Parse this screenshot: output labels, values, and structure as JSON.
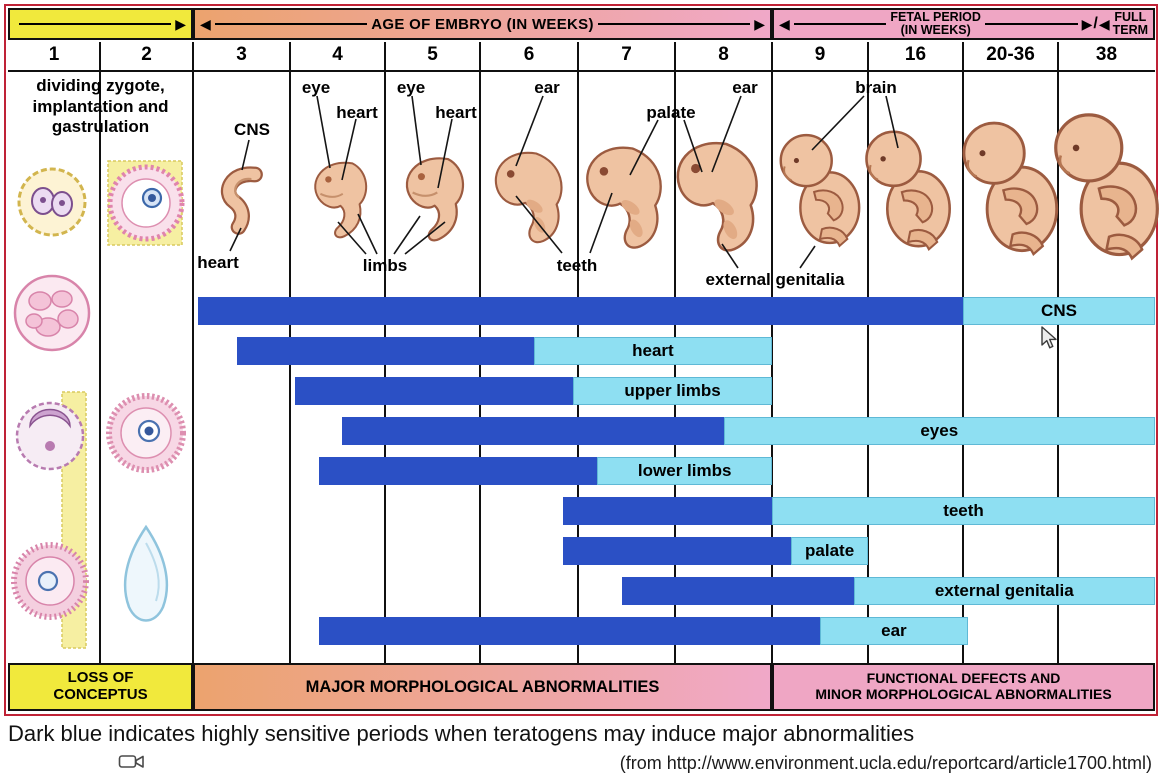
{
  "header": {
    "age_bar_label": "AGE OF EMBRYO (IN WEEKS)",
    "fetal_bar_line1": "FETAL PERIOD",
    "fetal_bar_line2": "(IN WEEKS)",
    "full_term_line1": "FULL",
    "full_term_line2": "TERM",
    "separator": "/"
  },
  "icons": {
    "arrow_right": "▶",
    "arrow_left": "◀"
  },
  "week_labels": [
    "1",
    "2",
    "3",
    "4",
    "5",
    "6",
    "7",
    "8",
    "9",
    "16",
    "20-36",
    "38"
  ],
  "stage_description": {
    "line1": "dividing zygote,",
    "line2": "implantation and",
    "line3": "gastrulation"
  },
  "embryo_annotations_top": [
    "CNS",
    "eye",
    "heart",
    "eye",
    "heart",
    "ear",
    "palate",
    "ear",
    "brain"
  ],
  "embryo_annotations_bottom": [
    "heart",
    "limbs",
    "teeth",
    "external genitalia"
  ],
  "footer_bands": {
    "loss_line1": "LOSS OF",
    "loss_line2": "CONCEPTUS",
    "major_label": "MAJOR MORPHOLOGICAL ABNORMALITIES",
    "functional_line1": "FUNCTIONAL DEFECTS AND",
    "functional_line2": "MINOR MORPHOLOGICAL ABNORMALITIES"
  },
  "caption": "Dark blue indicates highly sensitive periods when teratogens may induce major abnormalities",
  "attribution": "(from http://www.environment.ucla.edu/reportcard/article1700.html)",
  "chart_data": {
    "type": "gantt",
    "x_axis": {
      "unit": "weeks",
      "columns": [
        "1",
        "2",
        "3",
        "4",
        "5",
        "6",
        "7",
        "8",
        "9",
        "16",
        "20-36",
        "38"
      ]
    },
    "colors": {
      "dark_blue": "#2b50c5",
      "light_blue": "#8edff2"
    },
    "legend": {
      "dark_blue_meaning": "highly sensitive periods when teratogens may induce major abnormalities"
    },
    "bars": [
      {
        "label": "CNS",
        "dark_weeks": [
          3,
          16
        ],
        "light_weeks": [
          16,
          38
        ],
        "dark_slots": [
          2.05,
          10
        ],
        "light_slots": [
          10,
          12
        ]
      },
      {
        "label": "heart",
        "dark_weeks": [
          3.5,
          6.5
        ],
        "light_weeks": [
          6.5,
          9
        ],
        "dark_slots": [
          2.45,
          5.55
        ],
        "light_slots": [
          5.55,
          8
        ]
      },
      {
        "label": "upper limbs",
        "dark_weeks": [
          4,
          7
        ],
        "light_weeks": [
          7,
          9
        ],
        "dark_slots": [
          3.05,
          5.95
        ],
        "light_slots": [
          5.95,
          8
        ]
      },
      {
        "label": "eyes",
        "dark_weeks": [
          4.5,
          8.5
        ],
        "light_weeks": [
          8.5,
          38
        ],
        "dark_slots": [
          3.55,
          7.5
        ],
        "light_slots": [
          7.5,
          12
        ]
      },
      {
        "label": "lower limbs",
        "dark_weeks": [
          4.3,
          7.2
        ],
        "light_weeks": [
          7.2,
          9
        ],
        "dark_slots": [
          3.3,
          6.2
        ],
        "light_slots": [
          6.2,
          8
        ]
      },
      {
        "label": "teeth",
        "dark_weeks": [
          6.8,
          9
        ],
        "light_weeks": [
          9,
          38
        ],
        "dark_slots": [
          5.85,
          8
        ],
        "light_slots": [
          8,
          12
        ]
      },
      {
        "label": "palate",
        "dark_weeks": [
          6.8,
          9.2
        ],
        "light_weeks": [
          9.2,
          10
        ],
        "dark_slots": [
          5.85,
          8.2
        ],
        "light_slots": [
          8.2,
          9
        ]
      },
      {
        "label": "external genitalia",
        "dark_weeks": [
          7.4,
          9.9
        ],
        "light_weeks": [
          9.9,
          38
        ],
        "dark_slots": [
          6.45,
          8.85
        ],
        "light_slots": [
          8.85,
          12
        ]
      },
      {
        "label": "ear",
        "dark_weeks": [
          4.3,
          9.5
        ],
        "light_weeks": [
          9.5,
          16
        ],
        "dark_slots": [
          3.3,
          8.5
        ],
        "light_slots": [
          8.5,
          10.05
        ]
      }
    ]
  }
}
